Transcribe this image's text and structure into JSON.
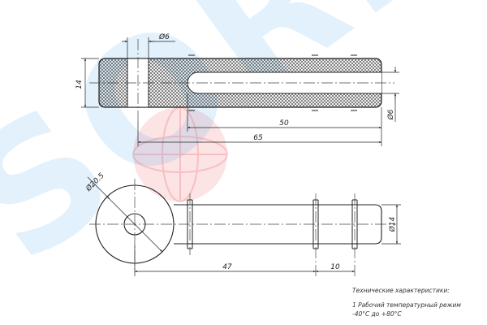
{
  "watermark": {
    "text": "SORL",
    "colors": {
      "blue": "#1e8fe6",
      "red": "#e8242b"
    }
  },
  "dimensions": {
    "top_hole_dia": "Ø6",
    "top_width": "14",
    "slot_length": "50",
    "total_length": "65",
    "slot_dia": "Ø6",
    "ring_dia": "Ø20.5",
    "shaft_dia": "Ø14",
    "shaft_length": "47",
    "groove_spacing": "10"
  },
  "notes": {
    "title": "Технические характеристики:",
    "line1": "1 Рабочий температурный режим",
    "line2": "-40°C до +80°C"
  }
}
